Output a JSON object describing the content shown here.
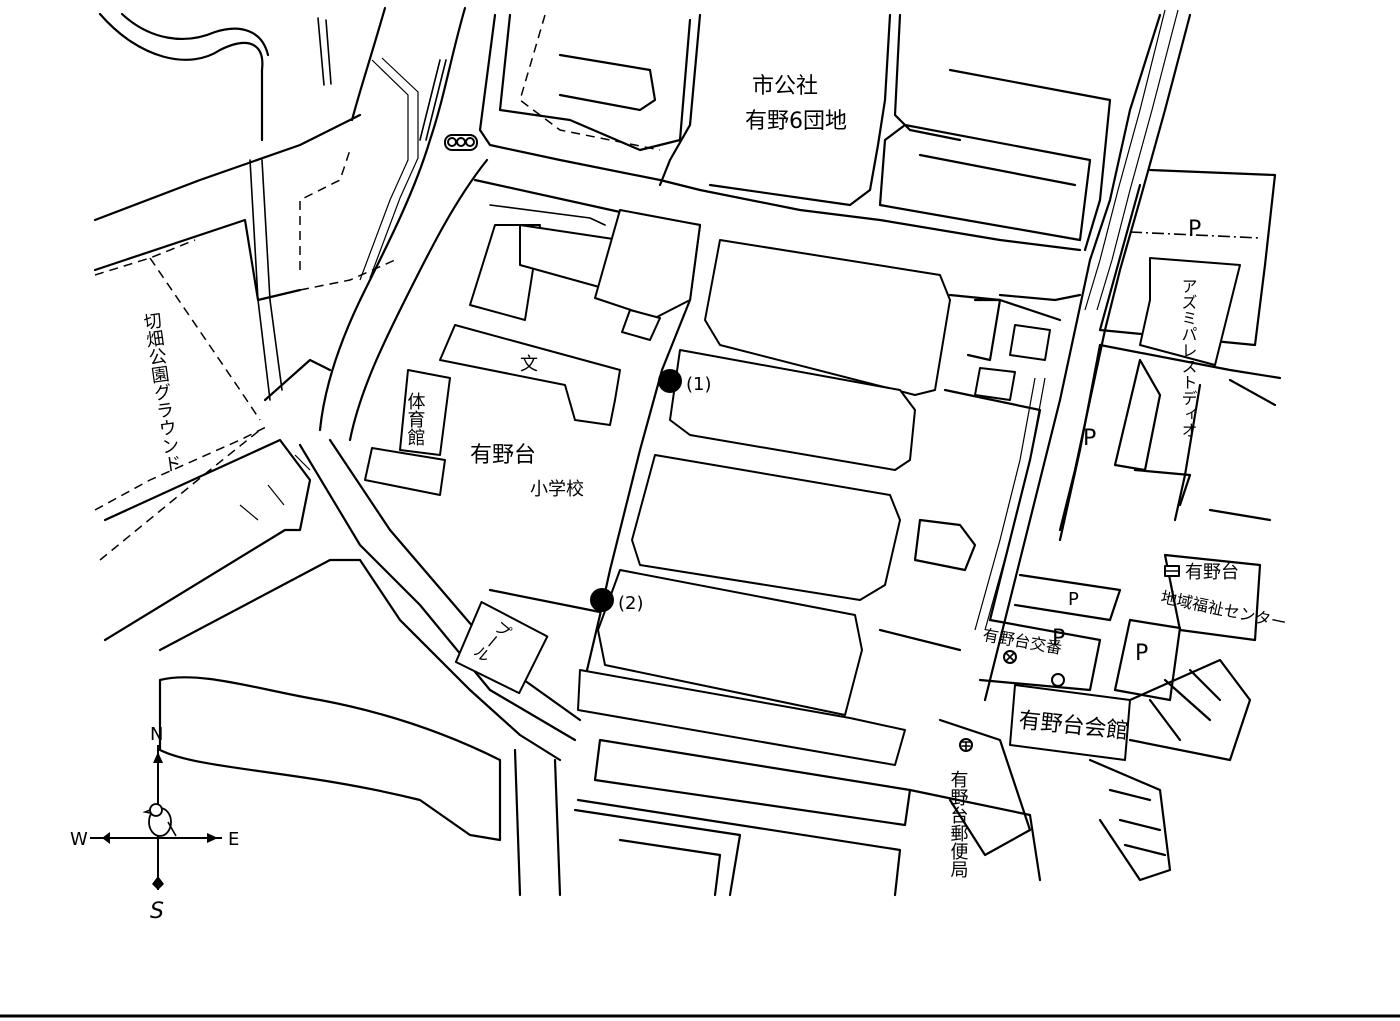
{
  "labels": {
    "city_corp": "市公社",
    "danchi": "有野6団地",
    "school_name": "有野台",
    "school_sub": "小学校",
    "school_symbol": "文",
    "gym": "体育館",
    "pool": "プール",
    "park": "切畑公園グラウンド",
    "apartment": "アズミパレストディオ",
    "welfare_name": "有野台",
    "welfare_sub": "地域福祉センター",
    "koban": "有野台交番",
    "hall": "有野台会館",
    "post": "有野台郵便局",
    "parking": "P"
  },
  "markers": [
    {
      "id": "point-1",
      "label": "(1)"
    },
    {
      "id": "point-2",
      "label": "(2)"
    }
  ],
  "compass": {
    "n": "N",
    "s": "S",
    "e": "E",
    "w": "W"
  }
}
